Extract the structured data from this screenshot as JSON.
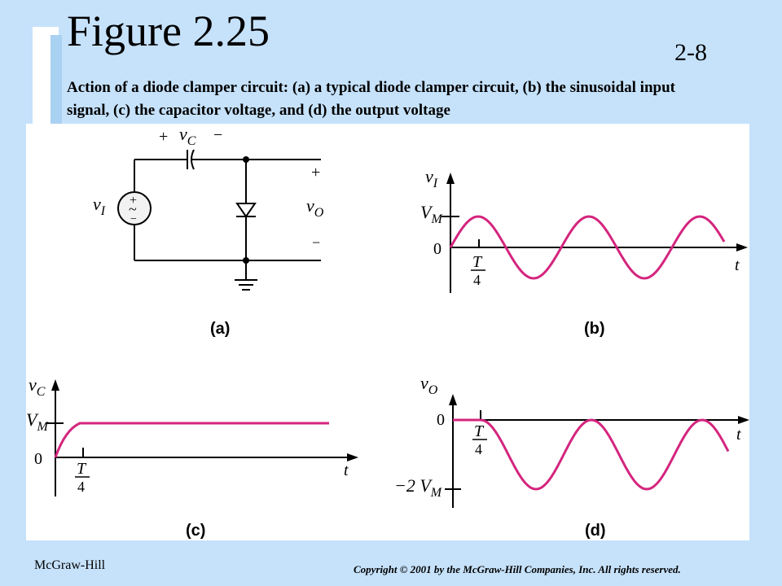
{
  "slide": {
    "title": "Figure 2.25",
    "number": "2-8",
    "caption": "Action of a diode clamper circuit: (a) a typical diode clamper circuit, (b) the sinusoidal input signal, (c) the capacitor voltage, and (d) the output voltage",
    "footer_left": "McGraw-Hill",
    "footer_right": "Copyright © 2001 by the McGraw-Hill Companies, Inc. All rights reserved."
  },
  "colors": {
    "background": "#c6e2fb",
    "waveform": "#d4257e",
    "line": "#000000"
  },
  "panels": {
    "a": {
      "label": "(a)",
      "plus_vc": "+",
      "vc_label": "v",
      "vc_sub": "C",
      "minus_vc": "−",
      "vi_label": "v",
      "vi_sub": "I",
      "source_plus": "+",
      "source_tilde": "~",
      "source_minus": "−",
      "out_plus": "+",
      "vo_label": "v",
      "vo_sub": "O",
      "out_minus": "−"
    },
    "b": {
      "label": "(b)",
      "y_axis": "v",
      "y_axis_sub": "I",
      "vm": "V",
      "vm_sub": "M",
      "zero": "0",
      "t_num": "T",
      "t_den": "4",
      "t_axis": "t"
    },
    "c": {
      "label": "(c)",
      "y_axis": "v",
      "y_axis_sub": "C",
      "vm": "V",
      "vm_sub": "M",
      "zero": "0",
      "t_num": "T",
      "t_den": "4",
      "t_axis": "t"
    },
    "d": {
      "label": "(d)",
      "y_axis": "v",
      "y_axis_sub": "O",
      "zero": "0",
      "t_num": "T",
      "t_den": "4",
      "t_axis": "t",
      "neg_vm": "−2 V",
      "neg_vm_sub": "M"
    }
  }
}
